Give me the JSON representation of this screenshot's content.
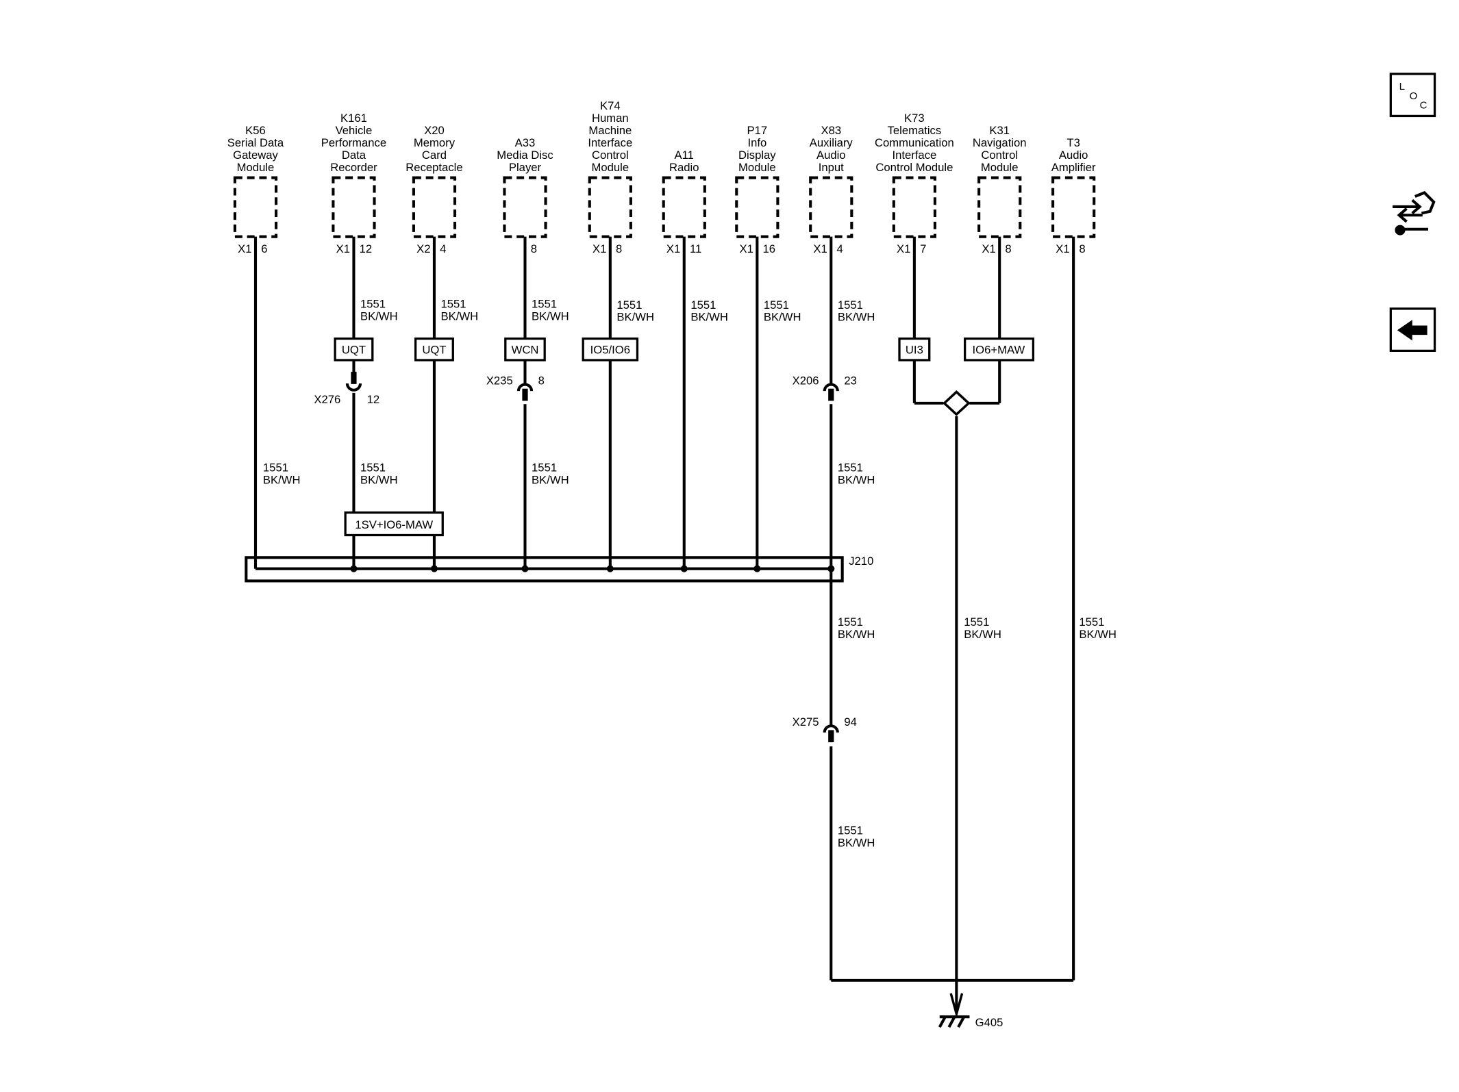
{
  "components": [
    {
      "id": "k56",
      "lines": [
        "K56",
        "Serial Data",
        "Gateway",
        "Module"
      ],
      "conn": "X1",
      "pin": "6"
    },
    {
      "id": "k161",
      "lines": [
        "K161",
        "Vehicle",
        "Performance",
        "Data",
        "Recorder"
      ],
      "conn": "X1",
      "pin": "12"
    },
    {
      "id": "x20",
      "lines": [
        "X20",
        "Memory",
        "Card",
        "Receptacle"
      ],
      "conn": "X2",
      "pin": "4"
    },
    {
      "id": "a33",
      "lines": [
        "A33",
        "Media Disc",
        "Player"
      ],
      "conn": "",
      "pin": "8"
    },
    {
      "id": "k74",
      "lines": [
        "K74",
        "Human",
        "Machine",
        "Interface",
        "Control",
        "Module"
      ],
      "conn": "X1",
      "pin": "8"
    },
    {
      "id": "a11",
      "lines": [
        "A11",
        "Radio"
      ],
      "conn": "X1",
      "pin": "11"
    },
    {
      "id": "p17",
      "lines": [
        "P17",
        "Info",
        "Display",
        "Module"
      ],
      "conn": "X1",
      "pin": "16"
    },
    {
      "id": "x83",
      "lines": [
        "X83",
        "Auxiliary",
        "Audio",
        "Input"
      ],
      "conn": "X1",
      "pin": "4"
    },
    {
      "id": "k73",
      "lines": [
        "K73",
        "Telematics",
        "Communication",
        "Interface",
        "Control Module"
      ],
      "conn": "X1",
      "pin": "7"
    },
    {
      "id": "k31",
      "lines": [
        "K31",
        "Navigation",
        "Control",
        "Module"
      ],
      "conn": "X1",
      "pin": "8"
    },
    {
      "id": "t3",
      "lines": [
        "T3",
        "Audio",
        "Amplifier"
      ],
      "conn": "X1",
      "pin": "8"
    }
  ],
  "wire": {
    "circuit": "1551",
    "color": "BK/WH"
  },
  "option_codes": {
    "k161": "UQT",
    "x20": "UQT",
    "a33": "WCN",
    "k74": "IO5/IO6",
    "k73": "UI3",
    "k31": "IO6+MAW",
    "bus": "1SV+IO6-MAW"
  },
  "inline_connectors": {
    "x276": {
      "name": "X276",
      "pin": "12"
    },
    "x235": {
      "name": "X235",
      "pin": "8"
    },
    "x206": {
      "name": "X206",
      "pin": "23"
    },
    "x275": {
      "name": "X275",
      "pin": "94"
    }
  },
  "splice": "J210",
  "ground": "G405",
  "nav": {
    "loc_letters": [
      "L",
      "O",
      "C"
    ],
    "icons": [
      "loc-icon",
      "connector-repair-icon",
      "back-arrow-icon"
    ]
  }
}
